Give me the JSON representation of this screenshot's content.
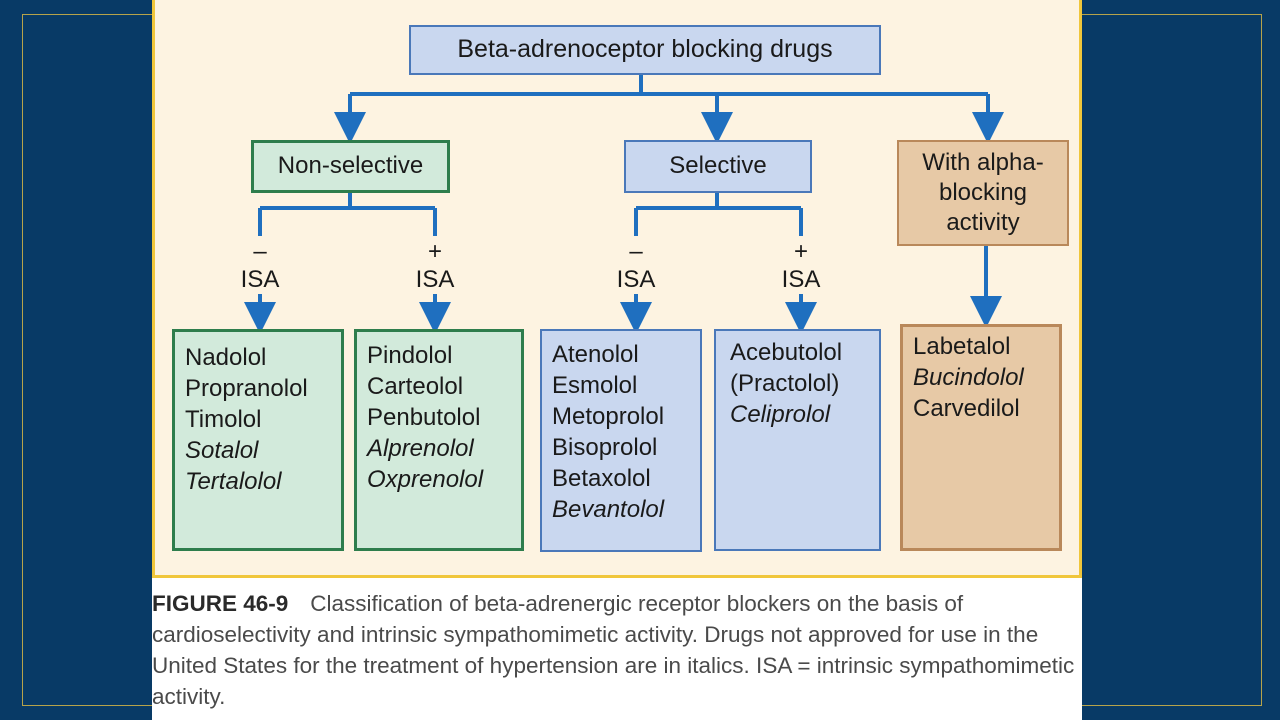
{
  "diagram": {
    "title": "Beta-adrenoceptor blocking drugs",
    "categories": {
      "nonselective": "Non-selective",
      "selective": "Selective",
      "alpha": [
        "With alpha-",
        "blocking",
        "activity"
      ]
    },
    "isa": {
      "minus": "–",
      "plus": "+",
      "label": "ISA"
    },
    "lists": {
      "ns_minus": [
        {
          "text": "Nadolol",
          "italic": false
        },
        {
          "text": "Propranolol",
          "italic": false
        },
        {
          "text": "Timolol",
          "italic": false
        },
        {
          "text": "Sotalol",
          "italic": true
        },
        {
          "text": "Tertalolol",
          "italic": true
        }
      ],
      "ns_plus": [
        {
          "text": "Pindolol",
          "italic": false
        },
        {
          "text": "Carteolol",
          "italic": false
        },
        {
          "text": "Penbutolol",
          "italic": false
        },
        {
          "text": "Alprenolol",
          "italic": true
        },
        {
          "text": "Oxprenolol",
          "italic": true
        }
      ],
      "sel_minus": [
        {
          "text": "Atenolol",
          "italic": false
        },
        {
          "text": "Esmolol",
          "italic": false
        },
        {
          "text": "Metoprolol",
          "italic": false
        },
        {
          "text": "Bisoprolol",
          "italic": false
        },
        {
          "text": "Betaxolol",
          "italic": false
        },
        {
          "text": "Bevantolol",
          "italic": true
        }
      ],
      "sel_plus": [
        {
          "text": "Acebutolol",
          "italic": false
        },
        {
          "text": "(Practolol)",
          "italic": false
        },
        {
          "text": "Celiprolol",
          "italic": true
        }
      ],
      "alpha": [
        {
          "text": "Labetalol",
          "italic": false
        },
        {
          "text": "Bucindolol",
          "italic": true
        },
        {
          "text": "Carvedilol",
          "italic": false
        }
      ]
    }
  },
  "caption": {
    "label": "FIGURE 46-9",
    "text": "Classification of beta-adrenergic receptor blockers on the basis of cardioselectivity and intrinsic sympathomimetic activity. Drugs not approved for use in the United States for the treatment of hypertension are in italics. ISA = intrinsic sympathomimetic activity."
  },
  "colors": {
    "background": "#083a66",
    "figure_bg": "#fdf3e1",
    "arrow": "#1f6fbf",
    "green_fill": "#d2eadb",
    "blue_fill": "#c9d7ef",
    "tan_fill": "#e7c9a6"
  }
}
